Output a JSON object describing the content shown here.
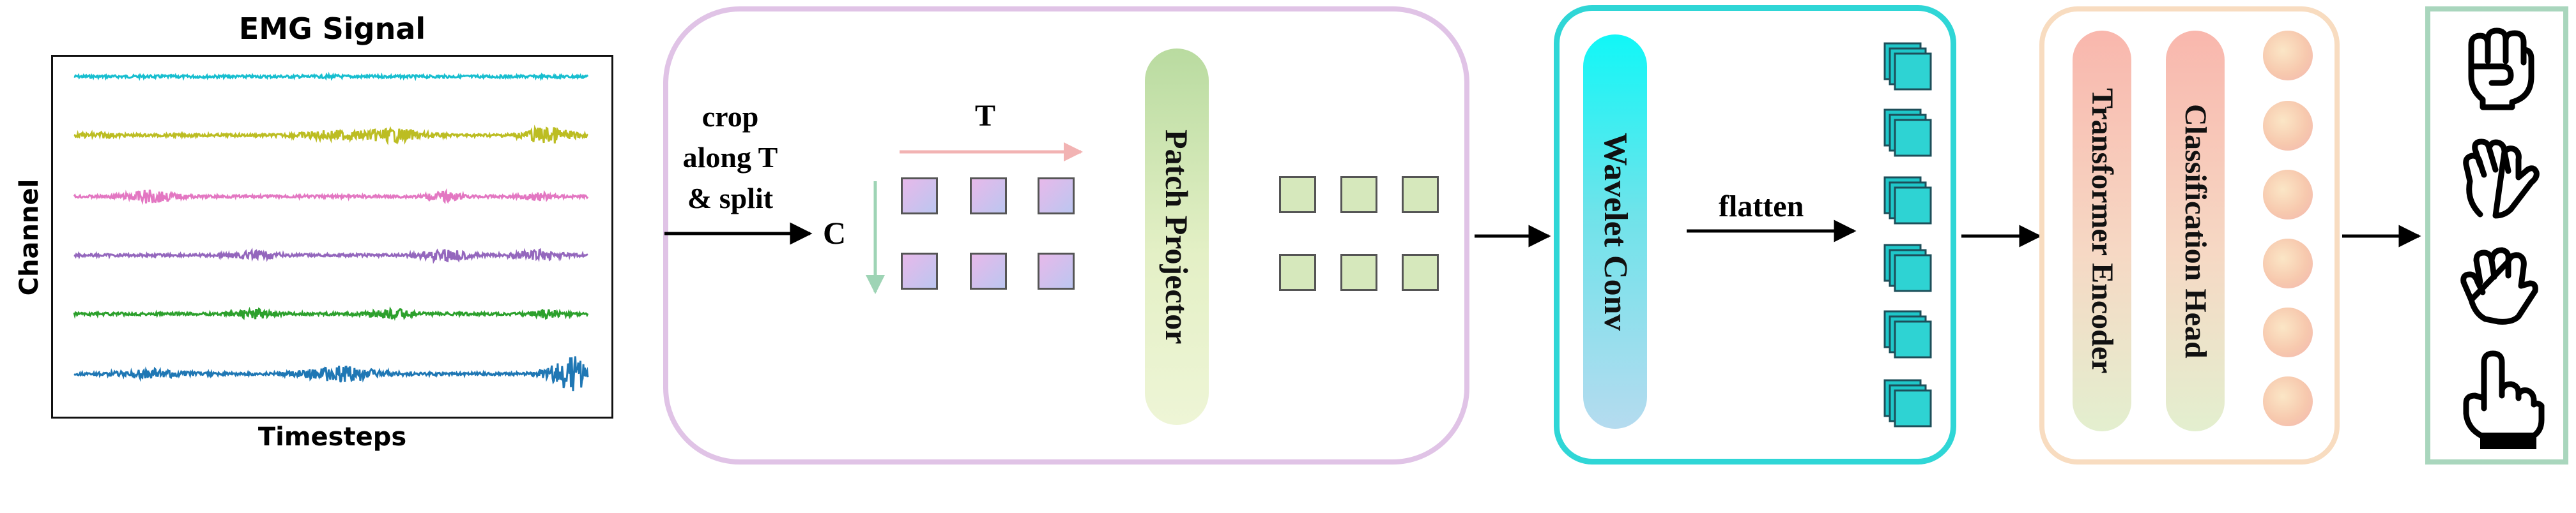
{
  "emg": {
    "title": "EMG Signal",
    "ylabel": "Channel",
    "xlabel": "Timesteps",
    "channel_colors": [
      "#17becf",
      "#bcbd22",
      "#e377c2",
      "#9467bd",
      "#2ca02c",
      "#1f77b4"
    ]
  },
  "crop": {
    "label_lines": [
      "crop",
      "along T",
      "& split"
    ],
    "c_label": "C",
    "t_label": "T"
  },
  "patch_projector": {
    "label": "Patch Projector"
  },
  "wavelet": {
    "label": "Wavelet Conv",
    "flatten_label": "flatten"
  },
  "encoder": {
    "transformer_label": "Transformer Encoder",
    "head_label": "Classification Head"
  },
  "gestures": {
    "icons": [
      "fist-icon",
      "open-hand-icon",
      "claw-hand-icon",
      "pointing-hand-icon"
    ]
  },
  "colors": {
    "stage1_border": "#e0c3e6",
    "stage2_border": "#2fd6d6",
    "stage3_border": "#f8dcc0",
    "output_border": "#a9d6bd",
    "patch_fill": "#cdc9f2",
    "projected_fill": "#d6e8bc"
  }
}
